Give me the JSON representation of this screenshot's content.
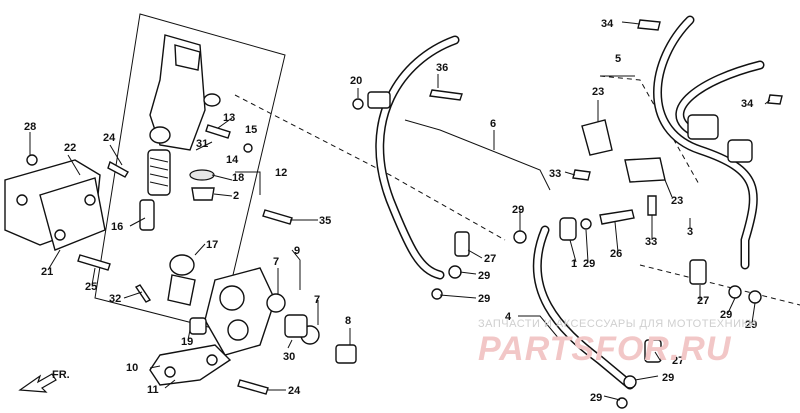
{
  "diagram": {
    "callouts": [
      {
        "id": "c34a",
        "label": "34"
      },
      {
        "id": "c5",
        "label": "5"
      },
      {
        "id": "c20",
        "label": "20"
      },
      {
        "id": "c36",
        "label": "36"
      },
      {
        "id": "c23a",
        "label": "23"
      },
      {
        "id": "c34b",
        "label": "34"
      },
      {
        "id": "c28",
        "label": "28"
      },
      {
        "id": "c22",
        "label": "22"
      },
      {
        "id": "c24a",
        "label": "24"
      },
      {
        "id": "c13",
        "label": "13"
      },
      {
        "id": "c15",
        "label": "15"
      },
      {
        "id": "c6",
        "label": "6"
      },
      {
        "id": "c31",
        "label": "31"
      },
      {
        "id": "c14",
        "label": "14"
      },
      {
        "id": "c12",
        "label": "12"
      },
      {
        "id": "c18",
        "label": "18"
      },
      {
        "id": "c2",
        "label": "2"
      },
      {
        "id": "c33a",
        "label": "33"
      },
      {
        "id": "c23b",
        "label": "23"
      },
      {
        "id": "c16",
        "label": "16"
      },
      {
        "id": "c35",
        "label": "35"
      },
      {
        "id": "c29a",
        "label": "29"
      },
      {
        "id": "c3",
        "label": "3"
      },
      {
        "id": "c17",
        "label": "17"
      },
      {
        "id": "c9",
        "label": "9"
      },
      {
        "id": "c7a",
        "label": "7"
      },
      {
        "id": "c21",
        "label": "21"
      },
      {
        "id": "c25",
        "label": "25"
      },
      {
        "id": "c27a",
        "label": "27"
      },
      {
        "id": "c29b",
        "label": "29"
      },
      {
        "id": "c1",
        "label": "1"
      },
      {
        "id": "c29c",
        "label": "29"
      },
      {
        "id": "c26",
        "label": "26"
      },
      {
        "id": "c33b",
        "label": "33"
      },
      {
        "id": "c32",
        "label": "32"
      },
      {
        "id": "c7b",
        "label": "7"
      },
      {
        "id": "c29d",
        "label": "29"
      },
      {
        "id": "c27b",
        "label": "27"
      },
      {
        "id": "c29e",
        "label": "29"
      },
      {
        "id": "c4",
        "label": "4"
      },
      {
        "id": "c19",
        "label": "19"
      },
      {
        "id": "c8",
        "label": "8"
      },
      {
        "id": "c29f",
        "label": "29"
      },
      {
        "id": "c30",
        "label": "30"
      },
      {
        "id": "c10",
        "label": "10"
      },
      {
        "id": "c11",
        "label": "11"
      },
      {
        "id": "c24b",
        "label": "24"
      },
      {
        "id": "c27c",
        "label": "27"
      },
      {
        "id": "c29g",
        "label": "29"
      },
      {
        "id": "c29h",
        "label": "29"
      }
    ],
    "direction_label": "FR."
  },
  "watermark": {
    "caption": "ЗАПЧАСТИ И АКСЕССУАРЫ ДЛЯ МОТОТЕХНИКИ",
    "logo": "PARTSFOR.RU"
  }
}
